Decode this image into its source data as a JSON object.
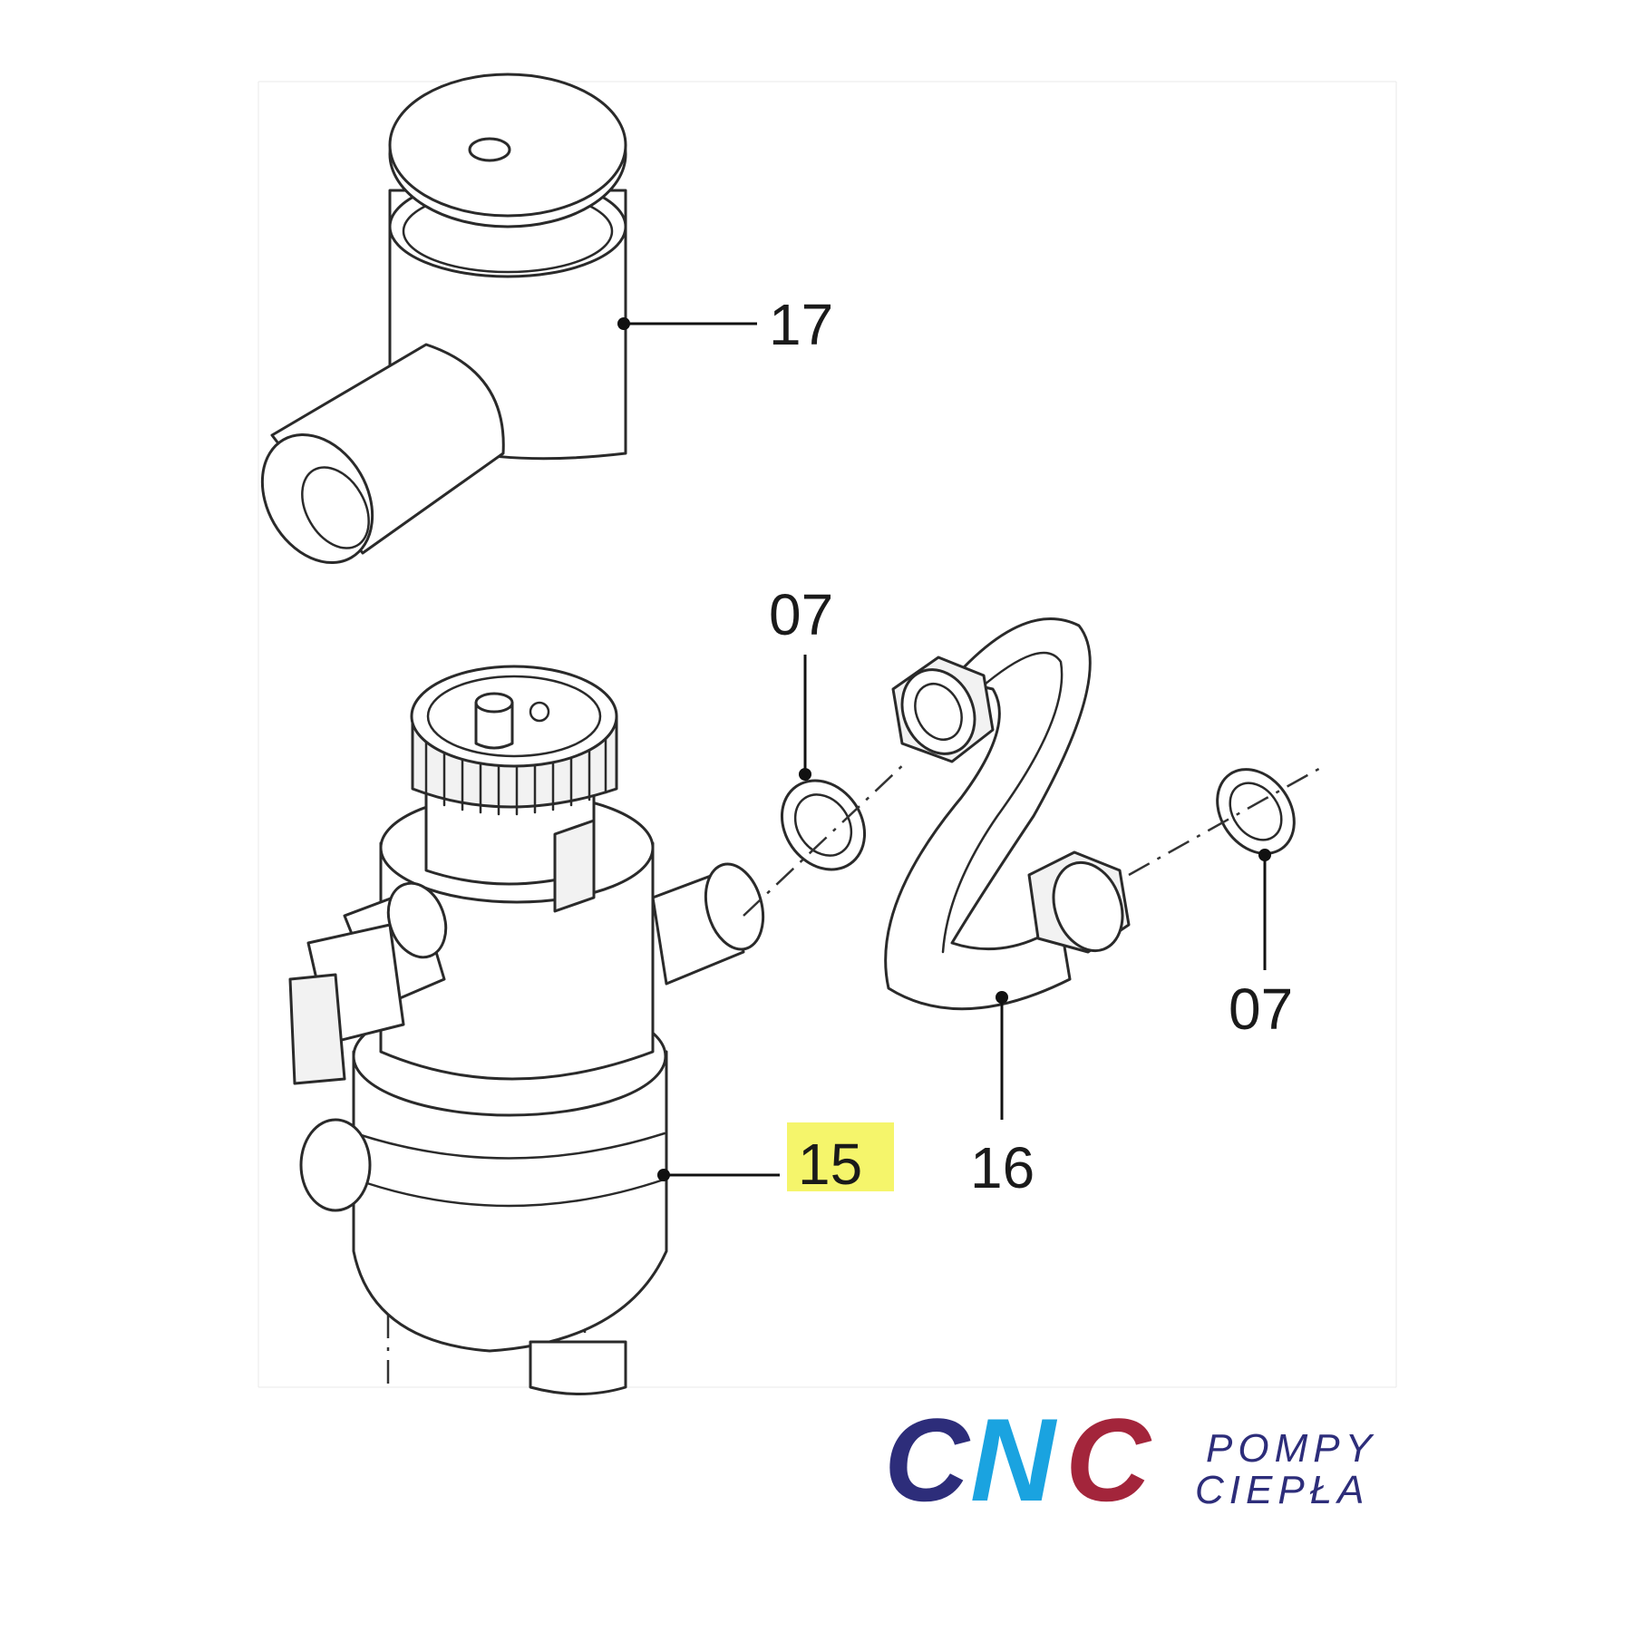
{
  "callouts": {
    "part_17": "17",
    "part_07_upper": "07",
    "part_07_right": "07",
    "part_15": "15",
    "part_16": "16"
  },
  "highlight_color": "#f5f56b",
  "logo": {
    "mark_c1": "C",
    "mark_n": "N",
    "mark_c2": "C",
    "line1": "POMPY",
    "line2": "CIEPŁA",
    "color_navy": "#2d2d7a",
    "color_blue": "#1aa3e0",
    "color_red": "#a3253b"
  }
}
